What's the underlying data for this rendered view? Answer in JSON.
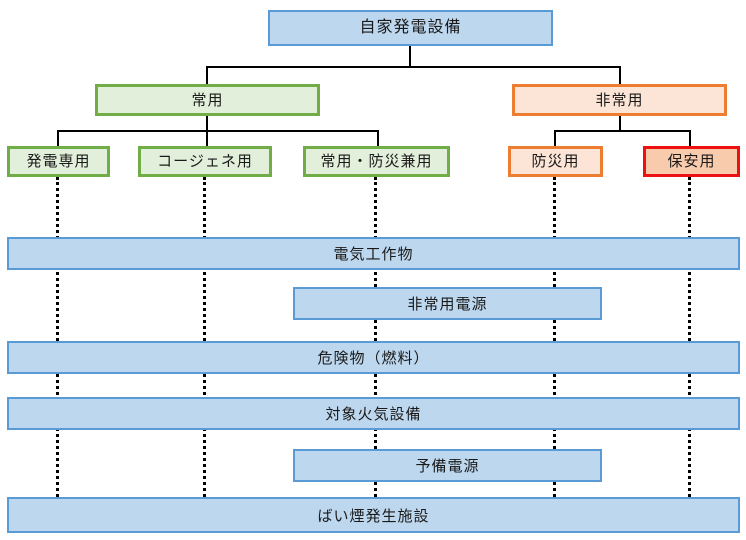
{
  "diagram": {
    "root": {
      "label": "自家発電設備"
    },
    "level2": [
      {
        "label": "常用"
      },
      {
        "label": "非常用"
      }
    ],
    "level3": [
      {
        "label": "発電専用"
      },
      {
        "label": "コージェネ用"
      },
      {
        "label": "常用・防災兼用"
      },
      {
        "label": "防災用"
      },
      {
        "label": "保安用"
      }
    ],
    "bars": [
      {
        "label": "電気工作物",
        "span": "full"
      },
      {
        "label": "非常用電源",
        "span": "partial"
      },
      {
        "label": "危険物（燃料）",
        "span": "full"
      },
      {
        "label": "対象火気設備",
        "span": "full"
      },
      {
        "label": "予備電源",
        "span": "partial"
      },
      {
        "label": "ばい煙発生施設",
        "span": "full"
      }
    ],
    "colors": {
      "blue_fill": "#bdd7ee",
      "blue_border": "#5b9bd5",
      "green_fill": "#e2efda",
      "green_border": "#70ad47",
      "orange_fill": "#fce4d6",
      "orange_border": "#ed7d31",
      "security_fill": "#f8cbad",
      "security_border": "#ee1111",
      "line_color": "#000000"
    }
  }
}
